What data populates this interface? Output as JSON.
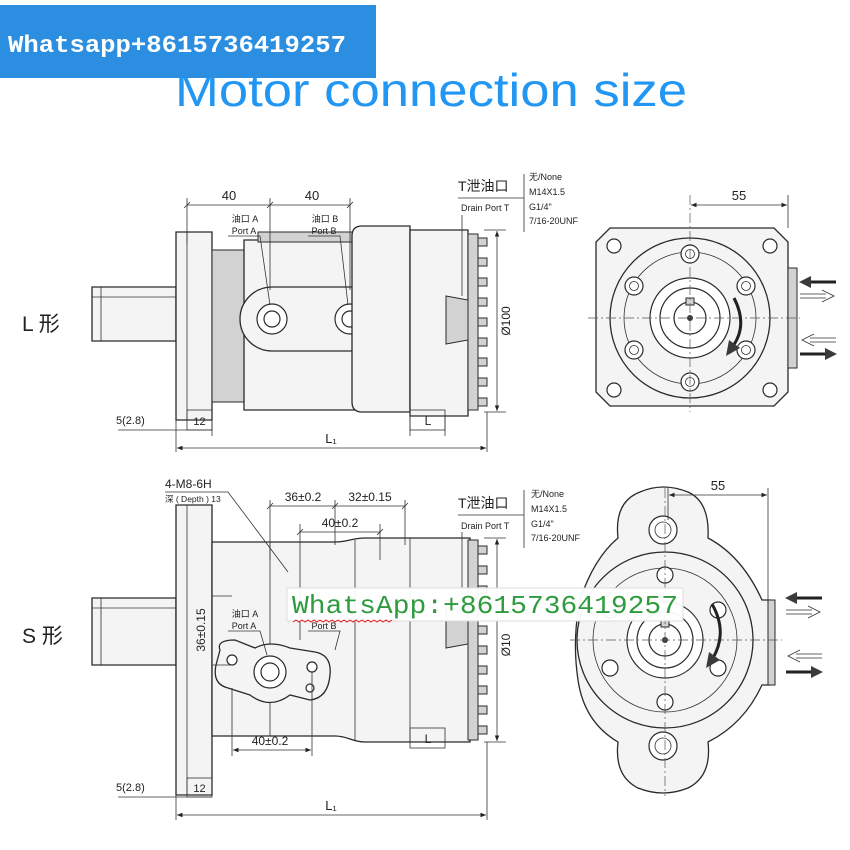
{
  "banner": {
    "text": "Whatsapp+8615736419257"
  },
  "title": "Motor connection size",
  "colors": {
    "banner_bg": "#2b8ee0",
    "banner_text": "#ffffff",
    "title": "#2196f3",
    "watermark": "#2f9b3f",
    "line": "#2a2a2a"
  },
  "l_type": {
    "label": "L 形",
    "dims": {
      "port_spacing_1": "40",
      "port_spacing_2": "40",
      "diameter": "Ø100",
      "flange_offset": "5(2.8)",
      "flange_thickness": "12",
      "l": "L",
      "l1": "L₁",
      "front_width": "55"
    },
    "ports": {
      "a_cn": "油口 A",
      "a_en": "Port A",
      "b_cn": "油口 B",
      "b_en": "Port B"
    },
    "drain": {
      "title": "T泄油口",
      "label": "Drain Port T",
      "options": [
        "无/None",
        "M14X1.5",
        "G1/4\"",
        "7/16-20UNF"
      ]
    }
  },
  "s_type": {
    "label": "S 形",
    "thread": {
      "spec": "4-M8-6H",
      "depth": "深 ( Depth ) 13"
    },
    "dims": {
      "hole_x_1": "36±0.2",
      "hole_x_2": "32±0.15",
      "hole_x_3": "40±0.2",
      "hole_y": "36±0.15",
      "diameter": "Ø10",
      "port_spacing": "40±0.2",
      "flange_offset": "5(2.8)",
      "flange_thickness": "12",
      "l": "L",
      "l1": "L₁",
      "front_width": "55"
    },
    "ports": {
      "a_cn": "油口 A",
      "a_en": "Port A",
      "b_en": "Port B"
    },
    "drain": {
      "title": "T泄油口",
      "label": "Drain Port T",
      "options": [
        "无/None",
        "M14X1.5",
        "G1/4\"",
        "7/16-20UNF"
      ]
    }
  },
  "watermark": "WhatsApp:+8615736419257"
}
